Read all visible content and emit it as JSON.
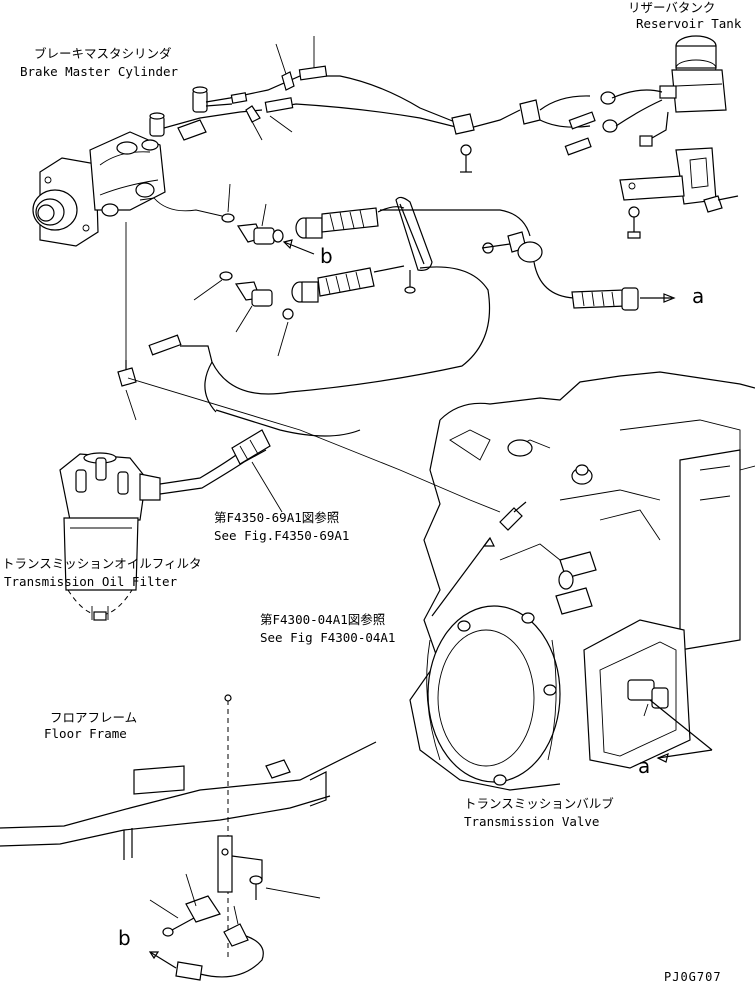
{
  "labels": {
    "brake_master_cylinder_jp": "ブレーキマスタシリンダ",
    "brake_master_cylinder_en": "Brake Master Cylinder",
    "reservoir_tank_jp": "リザーバタンク",
    "reservoir_tank_en": "Reservoir Tank",
    "fig_ref_1_jp": "第F4350-69A1図参照",
    "fig_ref_1_en": "See Fig.F4350-69A1",
    "trans_oil_filter_jp": "トランスミッションオイルフィルタ",
    "trans_oil_filter_en": "Transmission Oil Filter",
    "fig_ref_2_jp": "第F4300-04A1図参照",
    "fig_ref_2_en": "See Fig F4300-04A1",
    "floor_frame_jp": "フロアフレーム",
    "floor_frame_en": "Floor Frame",
    "trans_valve_jp": "トランスミッションバルブ",
    "trans_valve_en": "Transmission Valve"
  },
  "connectors": {
    "a_top": "a",
    "b_top": "b",
    "a_bottom": "a",
    "b_bottom": "b"
  },
  "drawing_code": "PJ0G707"
}
